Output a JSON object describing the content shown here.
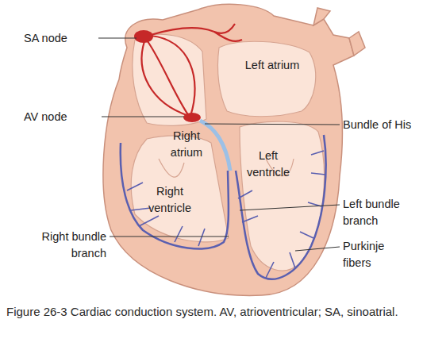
{
  "diagram": {
    "caption": "Figure 26-3 Cardiac conduction system. AV, atrioventricular; SA, sinoatrial.",
    "labels": [
      "SA node",
      "Left atrium",
      "AV node",
      "Bundle of His",
      "Right atrium",
      "Left ventricle",
      "Right ventricle",
      "Left bundle branch",
      "Right bundle branch",
      "Purkinje fibers"
    ]
  }
}
